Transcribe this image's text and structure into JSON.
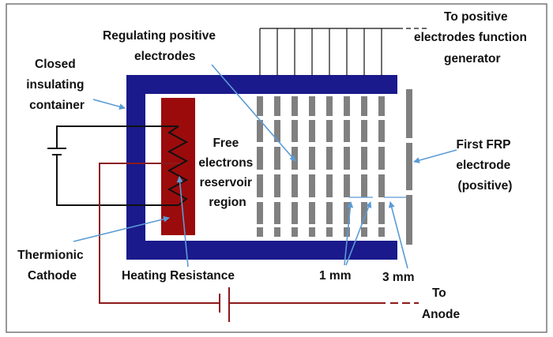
{
  "colors": {
    "container": "#1a1a8c",
    "cathode": "#9b0b0b",
    "electrode": "#808080",
    "wire_dark": "#111111",
    "wire_red": "#8b1a1a",
    "arrow": "#5b9bd5",
    "border": "#555555"
  },
  "labels": {
    "to_positive": [
      "To positive",
      "electrodes function",
      "generator"
    ],
    "regulating": [
      "Regulating positive",
      "electrodes"
    ],
    "closed_container": [
      "Closed",
      "insulating",
      "container"
    ],
    "free_electrons": [
      "Free",
      "electrons",
      "reservoir",
      "region"
    ],
    "first_frp": [
      "First FRP",
      "electrode",
      "(positive)"
    ],
    "thermionic": [
      "Thermionic",
      "Cathode"
    ],
    "heating": "Heating Resistance",
    "one_mm": "1 mm",
    "three_mm": "3 mm",
    "to_anode": [
      "To",
      "Anode"
    ]
  },
  "regulating_electrode_count": 8
}
